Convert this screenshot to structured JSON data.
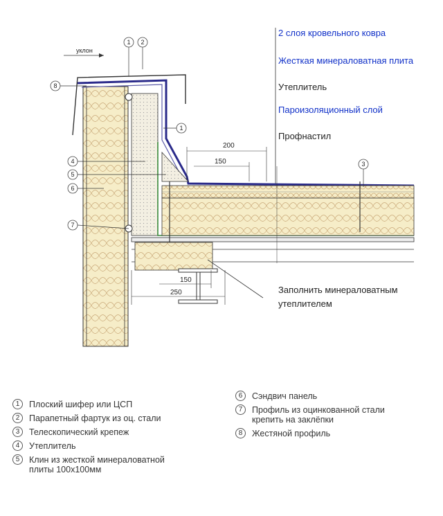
{
  "drawing": {
    "slope_label": "уклон",
    "right_labels": [
      {
        "text": "2 слоя кровельного ковра",
        "color": "#1030c8"
      },
      {
        "text": "Жесткая минераловатная плита",
        "color": "#1030c8"
      },
      {
        "text": "Утеплитель",
        "color": "#222222"
      },
      {
        "text": "Пароизоляционный слой",
        "color": "#1030c8"
      },
      {
        "text": "Профнастил",
        "color": "#222222"
      }
    ],
    "fill_note": "Заполнить минераловатным\nутеплителем",
    "dimensions": {
      "d200": "200",
      "d150_top": "150",
      "d150_bottom": "150",
      "d250": "250"
    },
    "callouts": [
      "1",
      "2",
      "8",
      "1",
      "4",
      "5",
      "6",
      "7",
      "3"
    ]
  },
  "legend": {
    "left": [
      {
        "num": "1",
        "label": "Плоский шифер или ЦСП"
      },
      {
        "num": "2",
        "label": "Парапетный фартук из оц. стали"
      },
      {
        "num": "3",
        "label": "Телескопический крепеж"
      },
      {
        "num": "4",
        "label": "Утеплитель"
      },
      {
        "num": "5",
        "label": "Клин из жесткой минераловатной\nплиты 100х100мм"
      }
    ],
    "right": [
      {
        "num": "6",
        "label": "Сэндвич панель"
      },
      {
        "num": "7",
        "label": "Профиль из оцинкованной стали\nкрепить на заклёпки"
      },
      {
        "num": "8",
        "label": "Жестяной профиль"
      }
    ]
  },
  "colors": {
    "membrane": "#2a2a8a",
    "vapor": "#3a8a3a",
    "insulation": "#f6edc8",
    "line": "#333333"
  }
}
